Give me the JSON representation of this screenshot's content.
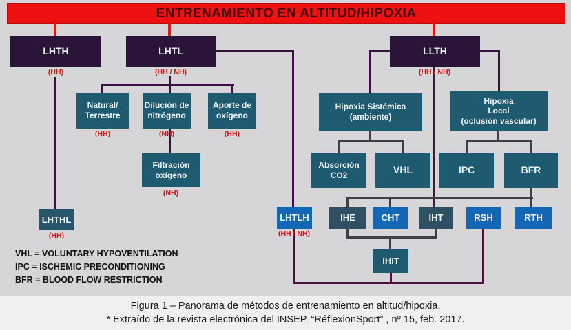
{
  "banner": {
    "title": "ENTRENAMIENTO EN ALTITUD/HIPOXIA"
  },
  "nodes": {
    "lhth": {
      "label": "LHTH",
      "tag": "(HH)"
    },
    "lhtl": {
      "label": "LHTL",
      "tag": "(HH / NH)"
    },
    "llth": {
      "label": "LLTH",
      "tag": "(HH / NH)"
    },
    "natural": {
      "line1": "Natural/",
      "line2": "Terrestre",
      "tag": "(HH)"
    },
    "dilucion": {
      "line1": "Dilución de",
      "line2": "nitrógeno",
      "tag": "(NH)"
    },
    "aporte": {
      "line1": "Aporte de",
      "line2": "oxígeno",
      "tag": "(HH)"
    },
    "filtracion": {
      "line1": "Filtración",
      "line2": "oxígeno",
      "tag": "(NH)"
    },
    "hipoxia_sistemica": {
      "line1": "Hipoxia Sistémica",
      "line2": "(ambiente)"
    },
    "hipoxia_local": {
      "line1": "Hipoxia",
      "line2": "Local",
      "line3": "(oclusión vascular)"
    },
    "absorcion": {
      "line1": "Absorción",
      "line2": "CO2"
    },
    "vhl": {
      "label": "VHL"
    },
    "ipc": {
      "label": "IPC"
    },
    "bfr": {
      "label": "BFR"
    },
    "lhthl": {
      "label": "LHTHL",
      "tag": "(HH)"
    },
    "lhtlh": {
      "label": "LHTLH",
      "tag": "(HH / NH)"
    },
    "ihe": {
      "label": "IHE"
    },
    "cht": {
      "label": "CHT"
    },
    "iht": {
      "label": "IHT"
    },
    "rsh": {
      "label": "RSH"
    },
    "rth": {
      "label": "RTH"
    },
    "ihit": {
      "label": "IHIT"
    }
  },
  "legend": {
    "lines": [
      "VHL = VOLUNTARY HYPOVENTILATION",
      "IPC = ISCHEMIC PRECONDITIONING",
      "BFR = BLOOD FLOW RESTRICTION"
    ]
  },
  "caption": {
    "line1": "Figura 1 – Panorama de métodos de entrenamiento en altitud/hipoxia.",
    "line2": "* Extraído de la revista electrónica del  INSEP, “RéflexionSport” , nº 15, feb. 2017."
  },
  "colors": {
    "bg": "#d6d5d8",
    "caption_bg": "#f0eff2",
    "banner_red": "#ee1111",
    "banner_text": "#470808",
    "purple_box": "#2a1539",
    "teal_box": "#1e5a70",
    "teal2_box": "#27566b",
    "slate_box": "#2e5062",
    "blue_box": "#1467b4",
    "line_purple": "#3a1042",
    "line_maroon": "#4c1340",
    "line_gray": "#3f4043",
    "tag_red": "#d01212"
  }
}
